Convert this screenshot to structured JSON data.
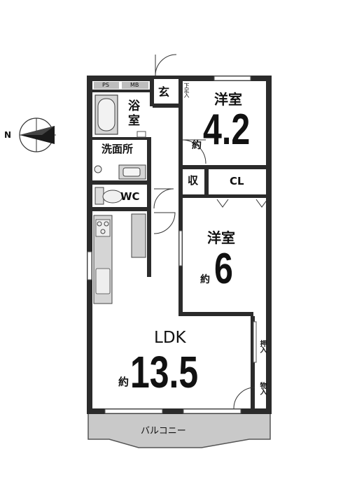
{
  "compass": {
    "north": "N"
  },
  "rooms": {
    "ps": "PS",
    "mb": "MB",
    "entrance": "玄",
    "shoe_storage": "下足入",
    "bath": "浴室",
    "washroom": "洗面所",
    "wc": "WC",
    "western_room_1": {
      "name": "洋室",
      "approx": "約",
      "size": "4.2"
    },
    "storage": "収",
    "closet": "CL",
    "western_room_2": {
      "name": "洋室",
      "approx": "約",
      "size": "6"
    },
    "ldk": {
      "name": "LDK",
      "approx": "約",
      "size": "13.5"
    },
    "closet_oshiire": "押入",
    "storage_monoire": "物入",
    "balcony": "バルコニー"
  },
  "colors": {
    "wall": "#2b2b2b",
    "fixture": "#cfcfcf",
    "balcony": "#c9c9c9",
    "outline": "#555555"
  }
}
